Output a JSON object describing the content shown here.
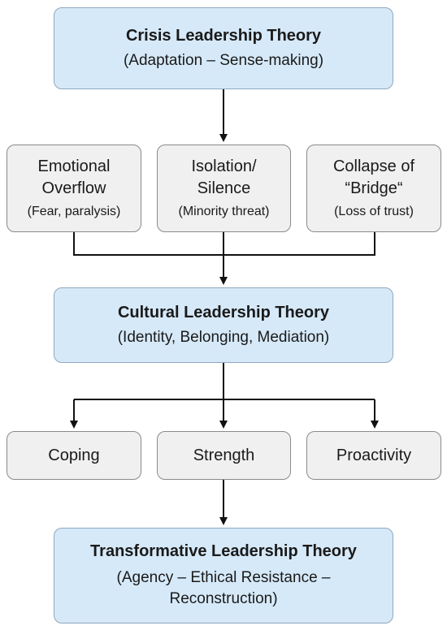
{
  "theories": {
    "crisis": {
      "title": "Crisis Leadership Theory",
      "subtitle": "(Adaptation – Sense-making)"
    },
    "cultural": {
      "title": "Cultural Leadership Theory",
      "subtitle": "(Identity, Belonging, Mediation)"
    },
    "transformative": {
      "title": "Transformative Leadership Theory",
      "subtitle_line1": "(Agency – Ethical Resistance –",
      "subtitle_line2": "Reconstruction)"
    }
  },
  "factors": [
    {
      "line1": "Emotional",
      "line2": "Overflow",
      "detail": "(Fear, paralysis)"
    },
    {
      "line1": "Isolation/",
      "line2": "Silence",
      "detail": "(Minority threat)"
    },
    {
      "line1": "Collapse of",
      "line2": "“Bridge“",
      "detail": "(Loss of trust)"
    }
  ],
  "outcomes": [
    {
      "label": "Coping"
    },
    {
      "label": "Strength"
    },
    {
      "label": "Proactivity"
    }
  ],
  "colors": {
    "theory_fill": "#d6e9f8",
    "factor_fill": "#f0f0f0",
    "connector": "#111111"
  }
}
